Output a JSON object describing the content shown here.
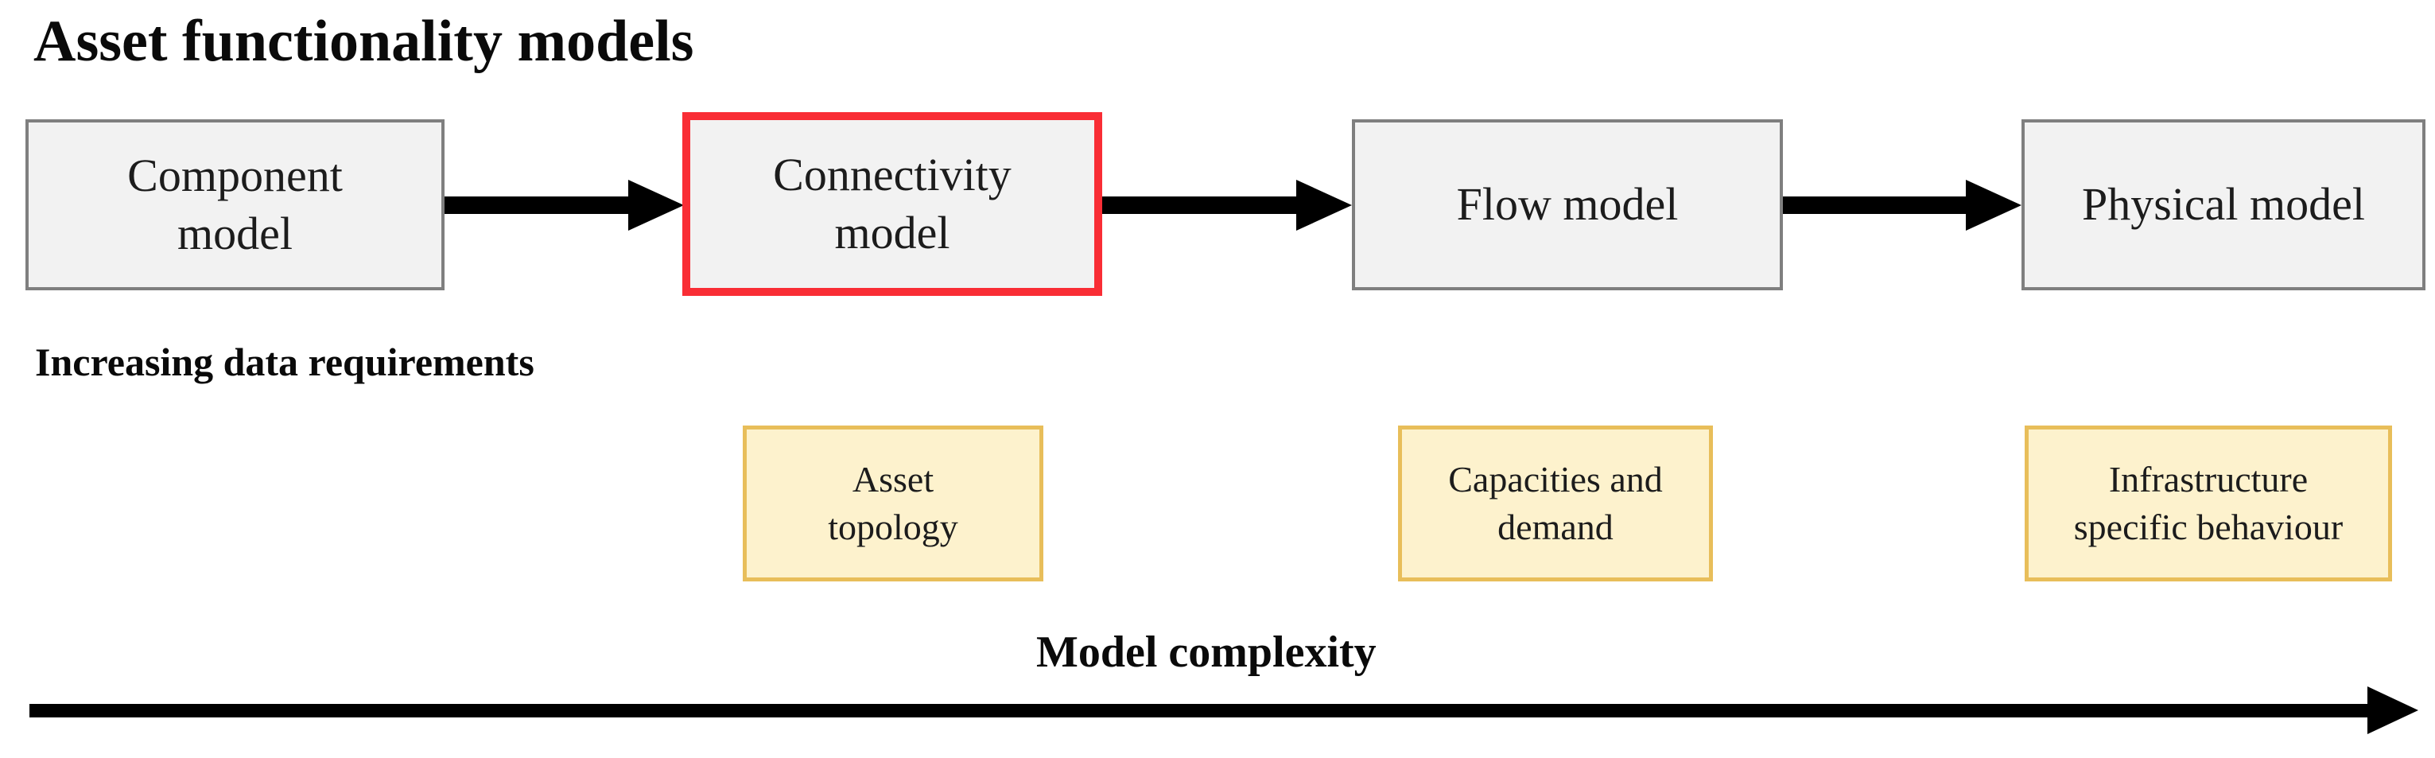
{
  "title": "Asset functionality models",
  "annotations": {
    "increasing_data": "Increasing data requirements",
    "model_complexity": "Model complexity"
  },
  "model_boxes": [
    {
      "label": "Component\nmodel",
      "highlighted": false
    },
    {
      "label": "Connectivity\nmodel",
      "highlighted": true
    },
    {
      "label": "Flow model",
      "highlighted": false
    },
    {
      "label": "Physical model",
      "highlighted": false
    }
  ],
  "data_requirement_boxes": [
    {
      "label": "Asset\ntopology"
    },
    {
      "label": "Capacities and\ndemand"
    },
    {
      "label": "Infrastructure\nspecific behaviour"
    }
  ],
  "colors": {
    "model_box_fill": "#f2f2f2",
    "model_box_border": "#7f7f7f",
    "highlight_border": "#f92d35",
    "data_box_fill": "#fdf2cd",
    "data_box_border": "#e8be5a",
    "arrow": "#000000",
    "text": "#0a0a0a"
  }
}
